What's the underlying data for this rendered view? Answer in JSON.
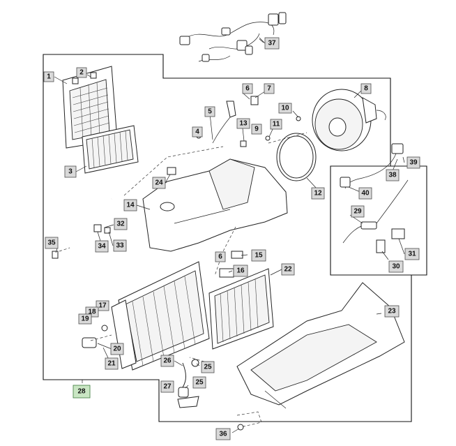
{
  "diagram": {
    "callouts": [
      {
        "id": "c1",
        "label": "1"
      },
      {
        "id": "c2",
        "label": "2"
      },
      {
        "id": "c3",
        "label": "3"
      },
      {
        "id": "c4",
        "label": "4"
      },
      {
        "id": "c5",
        "label": "5"
      },
      {
        "id": "c6a",
        "label": "6"
      },
      {
        "id": "c6b",
        "label": "6"
      },
      {
        "id": "c7",
        "label": "7"
      },
      {
        "id": "c8",
        "label": "8"
      },
      {
        "id": "c9",
        "label": "9"
      },
      {
        "id": "c10",
        "label": "10"
      },
      {
        "id": "c11",
        "label": "11"
      },
      {
        "id": "c12",
        "label": "12"
      },
      {
        "id": "c13",
        "label": "13"
      },
      {
        "id": "c14",
        "label": "14"
      },
      {
        "id": "c15",
        "label": "15"
      },
      {
        "id": "c16",
        "label": "16"
      },
      {
        "id": "c17",
        "label": "17"
      },
      {
        "id": "c18",
        "label": "18"
      },
      {
        "id": "c19",
        "label": "19"
      },
      {
        "id": "c20",
        "label": "20"
      },
      {
        "id": "c21",
        "label": "21"
      },
      {
        "id": "c22",
        "label": "22"
      },
      {
        "id": "c23",
        "label": "23"
      },
      {
        "id": "c24",
        "label": "24"
      },
      {
        "id": "c25a",
        "label": "25"
      },
      {
        "id": "c25b",
        "label": "25"
      },
      {
        "id": "c26",
        "label": "26"
      },
      {
        "id": "c27",
        "label": "27"
      },
      {
        "id": "c28",
        "label": "28"
      },
      {
        "id": "c29",
        "label": "29"
      },
      {
        "id": "c30",
        "label": "30"
      },
      {
        "id": "c31",
        "label": "31"
      },
      {
        "id": "c32",
        "label": "32"
      },
      {
        "id": "c33",
        "label": "33"
      },
      {
        "id": "c34",
        "label": "34"
      },
      {
        "id": "c35",
        "label": "35"
      },
      {
        "id": "c36",
        "label": "36"
      },
      {
        "id": "c37",
        "label": "37"
      },
      {
        "id": "c38",
        "label": "38"
      },
      {
        "id": "c39",
        "label": "39"
      },
      {
        "id": "c40",
        "label": "40"
      }
    ],
    "highlight_color": "#c9e6c3",
    "callout_color": "#d9d9d9"
  }
}
